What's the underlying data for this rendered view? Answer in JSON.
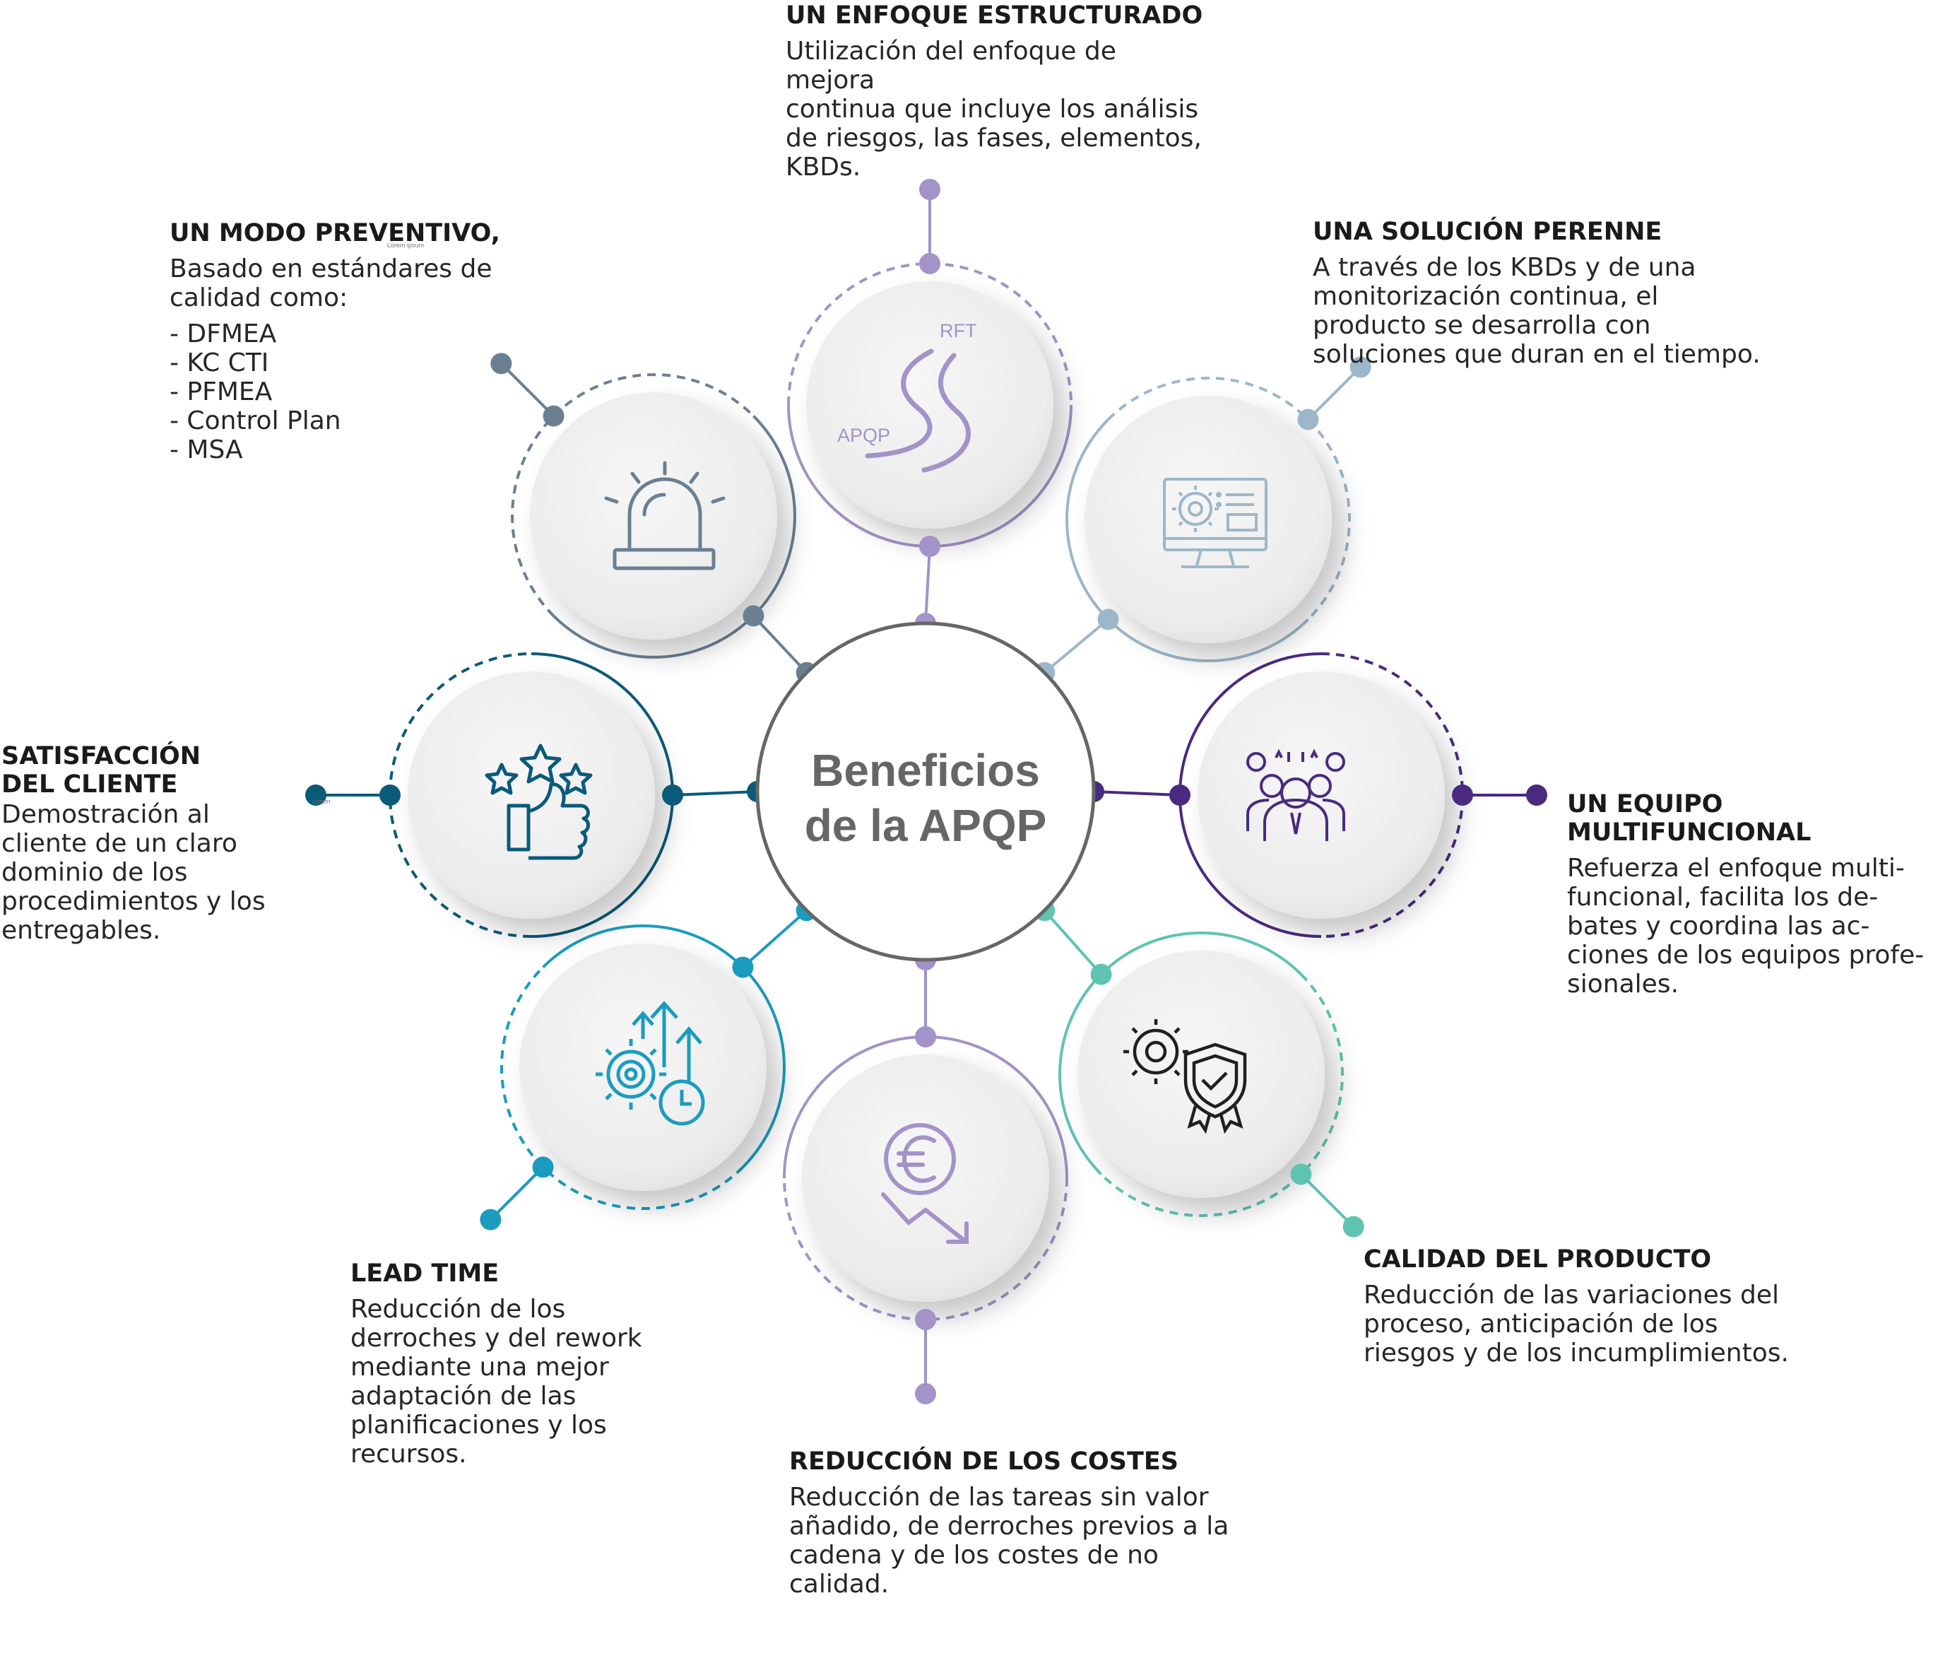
{
  "center": {
    "line1": "Beneficios",
    "line2": "de la APQP"
  },
  "icon_labels": {
    "rft": "RFT",
    "apqp": "APQP",
    "lorem": "Lorem",
    "loremipsum": "Lorem ipsum"
  },
  "colors": {
    "top": "#a393c8",
    "upper_right": "#9cb7c9",
    "right": "#4a2a80",
    "lower_right": "#5ec4b0",
    "bottom": "#a393c8",
    "lower_left": "#1b9cbf",
    "left": "#0a5a7a",
    "upper_left": "#6b7f93",
    "center_ring": "#666666"
  },
  "nodes": [
    {
      "key": "top",
      "icon": "road-s-curve-icon"
    },
    {
      "key": "upper_right",
      "icon": "monitor-gear-icon"
    },
    {
      "key": "right",
      "icon": "team-group-icon"
    },
    {
      "key": "lower_right",
      "icon": "gear-shield-check-icon"
    },
    {
      "key": "bottom",
      "icon": "euro-decrease-icon"
    },
    {
      "key": "lower_left",
      "icon": "gear-arrows-clock-icon"
    },
    {
      "key": "left",
      "icon": "stars-thumbs-up-icon"
    },
    {
      "key": "upper_left",
      "icon": "alarm-light-icon"
    }
  ],
  "texts": {
    "top": {
      "title": "UN ENFOQUE ESTRUCTURADO",
      "lines": [
        "Utilización del enfoque de mejora",
        "continua que incluye los análisis",
        "de riesgos, las fases, elementos,",
        "KBDs."
      ]
    },
    "upper_right": {
      "title": "UNA SOLUCIÓN PERENNE",
      "lines": [
        "A través de los KBDs y de una",
        "monitorización continua, el",
        "producto se desarrolla con",
        "soluciones que duran en el tiempo."
      ]
    },
    "right": {
      "title": "UN EQUIPO MULTIFUNCIONAL",
      "lines": [
        "Refuerza el enfoque multi-",
        "funcional, facilita los de-",
        "bates y coordina las ac-",
        "ciones de los equipos profe-",
        "sionales."
      ]
    },
    "lower_right": {
      "title": "CALIDAD DEL PRODUCTO",
      "lines": [
        "Reducción de las variaciones del",
        "proceso, anticipación de los",
        "riesgos y de los incumplimientos."
      ]
    },
    "bottom": {
      "title": "REDUCCIÓN DE LOS COSTES",
      "lines": [
        "Reducción de las tareas sin valor",
        "añadido, de derroches previos a la",
        "cadena y de los costes de no",
        "calidad."
      ]
    },
    "lower_left": {
      "title": "LEAD TIME",
      "lines": [
        "Reducción de los",
        "derroches y del rework",
        "mediante una mejor",
        "adaptación de las",
        "planificaciones y los",
        "recursos."
      ]
    },
    "left": {
      "title_lines": [
        "SATISFACCIÓN",
        "DEL CLIENTE"
      ],
      "lines": [
        "Demostración al",
        "cliente de un claro",
        "dominio de los",
        "procedimientos y los",
        "entregables."
      ]
    },
    "upper_left": {
      "title": "UN MODO PREVENTIVO,",
      "lines": [
        "Basado en estándares de",
        "calidad como:"
      ],
      "list": [
        "- DFMEA",
        "- KC CTI",
        "- PFMEA",
        "- Control Plan",
        "- MSA"
      ]
    }
  }
}
